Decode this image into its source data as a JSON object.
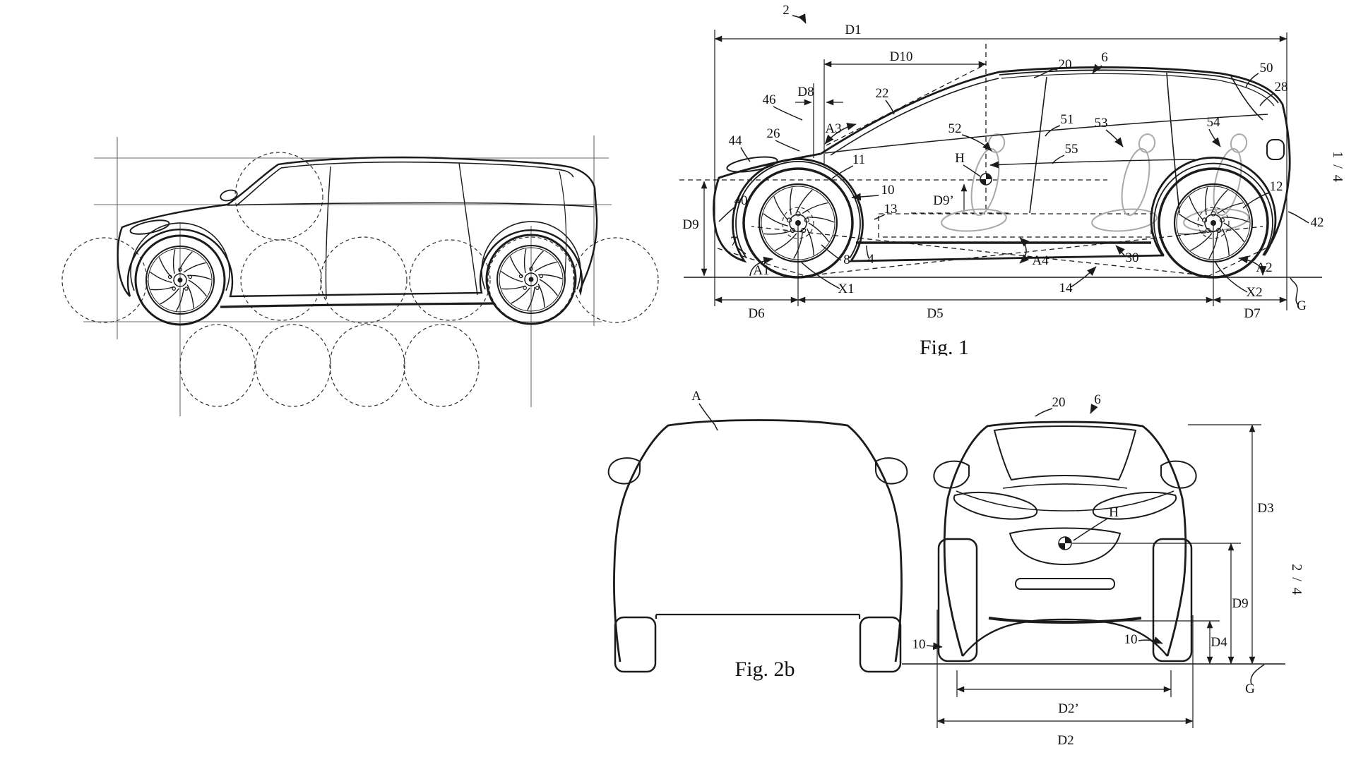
{
  "palette": {
    "background": "#ffffff",
    "ink": "#1b1b1b",
    "seat_gray": "#a9a9a9"
  },
  "sheet_marks": {
    "sheet1": "1 / 4",
    "sheet2": "2 / 4"
  },
  "fig1": {
    "caption": "Fig. 1",
    "labels": {
      "n2": "2",
      "D1": "D1",
      "D10": "D10",
      "D8": "D8",
      "n46": "46",
      "A3": "A3",
      "n22": "22",
      "n44": "44",
      "n26": "26",
      "n11": "11",
      "n40": "40",
      "n10": "10",
      "n13": "13",
      "H": "H",
      "n52": "52",
      "n51": "51",
      "n55": "55",
      "n20": "20",
      "n6": "6",
      "n50": "50",
      "n28": "28",
      "n53": "53",
      "n54": "54",
      "n12": "12",
      "n42": "42",
      "D9": "D9",
      "D9p": "D9’",
      "n8": "8",
      "n4": "4",
      "n7": "7",
      "A1": "A1",
      "X1": "X1",
      "A4": "A4",
      "n30": "30",
      "n14": "14",
      "X2": "X2",
      "A2": "A2",
      "G": "G",
      "D6": "D6",
      "D5": "D5",
      "D7": "D7"
    }
  },
  "fig2b": {
    "caption": "Fig. 2b",
    "labels": {
      "A": "A"
    }
  },
  "front_view": {
    "labels": {
      "n20": "20",
      "n6": "6",
      "H": "H",
      "D3": "D3",
      "D9": "D9",
      "n10_left": "10",
      "n10_right": "10",
      "D4": "D4",
      "G": "G",
      "D2p": "D2’",
      "D2": "D2"
    }
  }
}
